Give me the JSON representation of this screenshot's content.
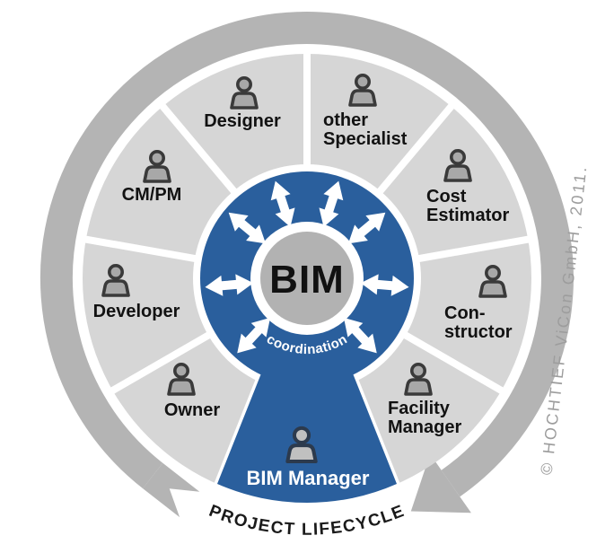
{
  "diagram": {
    "center": {
      "title": "BIM",
      "coordination_label": "coordination"
    },
    "roles": [
      {
        "id": "designer",
        "lines": [
          "Designer"
        ]
      },
      {
        "id": "other-specialist",
        "lines": [
          "other",
          "Specialist"
        ]
      },
      {
        "id": "cost-estimator",
        "lines": [
          "Cost",
          "Estimator"
        ]
      },
      {
        "id": "constructor",
        "lines": [
          "Con-",
          "structor"
        ]
      },
      {
        "id": "facility-manager",
        "lines": [
          "Facility",
          "Manager"
        ]
      },
      {
        "id": "owner",
        "lines": [
          "Owner"
        ]
      },
      {
        "id": "developer",
        "lines": [
          "Developer"
        ]
      },
      {
        "id": "cm-pm",
        "lines": [
          "CM/PM"
        ]
      }
    ],
    "bim_manager_label": "BIM Manager",
    "lifecycle_label": "PROJECT LIFECYCLE",
    "copyright": "© HOCHTIEF ViCon GmbH, 2011.",
    "colors": {
      "blue": "#2a5f9d",
      "outer_ring_gray": "#b4b4b4",
      "segment_gray": "#d6d6d6",
      "center_circle_gray": "#b2b2b2",
      "icon_fill": "#a8a8a8",
      "icon_stroke": "#3a3a3a",
      "label_text": "#121212",
      "copyright_gray": "#9d9d9d",
      "white": "#ffffff"
    }
  }
}
